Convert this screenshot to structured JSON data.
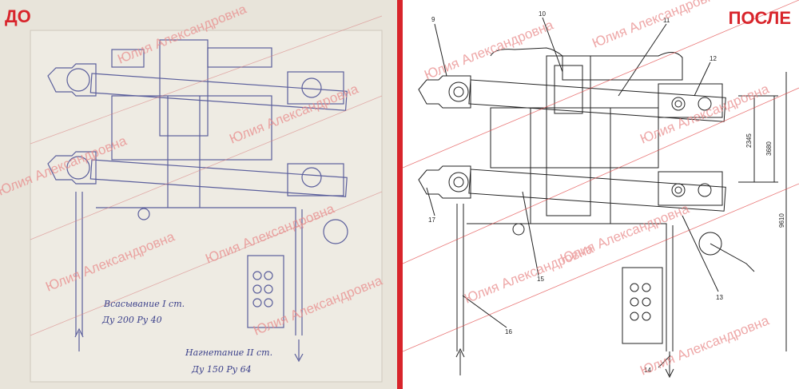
{
  "labels": {
    "before": "ДО",
    "after": "ПОСЛЕ"
  },
  "watermark": {
    "text": "Юлия Александровна",
    "color": "#e88a8a"
  },
  "left_annotations": {
    "suction_line1": "Всасывание I ст.",
    "suction_line2": "Ду 200 Ру 40",
    "discharge_line1": "Нагнетание II ст.",
    "discharge_line2": "Ду 150 Ру 64"
  },
  "callouts": [
    "9",
    "10",
    "11",
    "12",
    "17",
    "15",
    "16",
    "14",
    "13"
  ],
  "dimensions": {
    "d1": "2345",
    "d2": "3680",
    "d3": "9610"
  },
  "colors": {
    "accent": "#d8242b",
    "before_bg": "#e8e4da",
    "pencil": "#5b5f9c"
  }
}
